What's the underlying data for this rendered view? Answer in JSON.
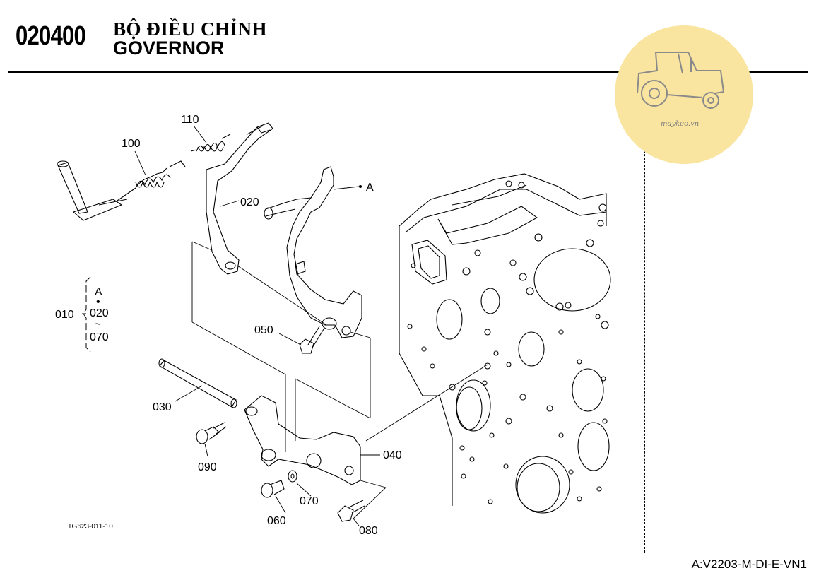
{
  "header": {
    "code": "020400",
    "title_vn": "BỘ ĐIỀU CHỈNH",
    "title_en": "GOVERNOR"
  },
  "watermark": {
    "text": "maykeo.vn",
    "color": "#f9e4a0"
  },
  "callouts": {
    "p100": "100",
    "p110": "110",
    "p020": "020",
    "pA": "A",
    "p050": "050",
    "p030": "030",
    "p090": "090",
    "p040": "040",
    "p060": "060",
    "p070": "070",
    "p080": "080"
  },
  "assembly_group": {
    "label": "010",
    "top": "A",
    "dot": "•",
    "from": "020",
    "tilde": "~",
    "to": "070"
  },
  "drawing_ref": "1G623-011-10",
  "footer_code": "A:V2203-M-DI-E-VN1"
}
